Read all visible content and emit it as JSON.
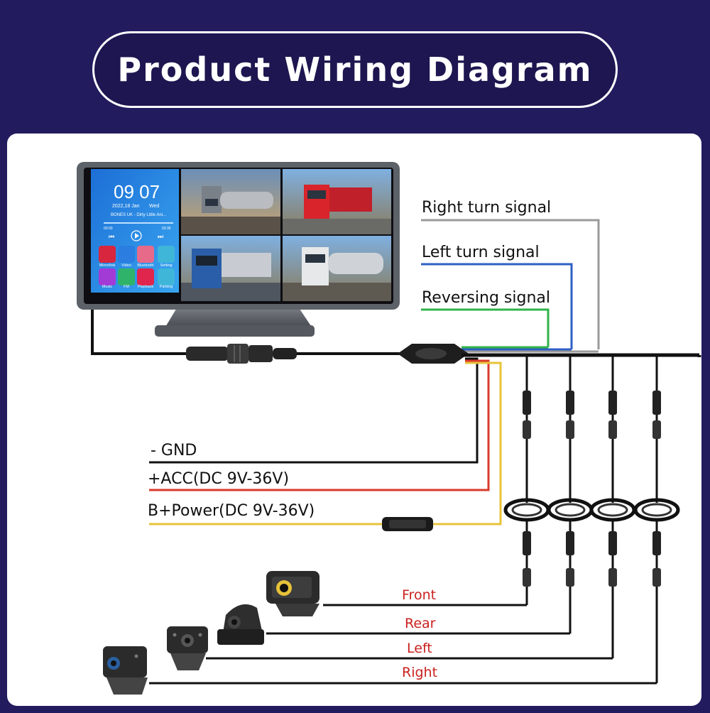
{
  "title": "Product Wiring Diagram",
  "screen": {
    "time": "09 07",
    "date": "2022,18 Jan",
    "weekday": "Wed",
    "song": "BONES UK - Dirty Little Ani...",
    "elapsed": "00:00",
    "duration": "03:36",
    "apps": [
      "Mirrorlink",
      "Video",
      "Bluetooth",
      "Setting",
      "Music",
      "FM",
      "Playback",
      "Parking"
    ]
  },
  "signals": {
    "right_turn": "Right turn signal",
    "left_turn": "Left turn signal",
    "reversing": "Reversing signal"
  },
  "power": {
    "gnd": "- GND",
    "acc": "+ACC(DC 9V-36V)",
    "bplus": "B+Power(DC 9V-36V)"
  },
  "cameras": {
    "front": "Front",
    "rear": "Rear",
    "left": "Left",
    "right": "Right"
  },
  "colors": {
    "right_turn_wire": "#9a9a9a",
    "left_turn_wire": "#2f5fc4",
    "reversing_wire": "#2fb34a",
    "gnd_wire": "#111111",
    "acc_wire": "#d93a2b",
    "bplus_wire": "#e8c33a",
    "camera_label": "#c9211e"
  }
}
